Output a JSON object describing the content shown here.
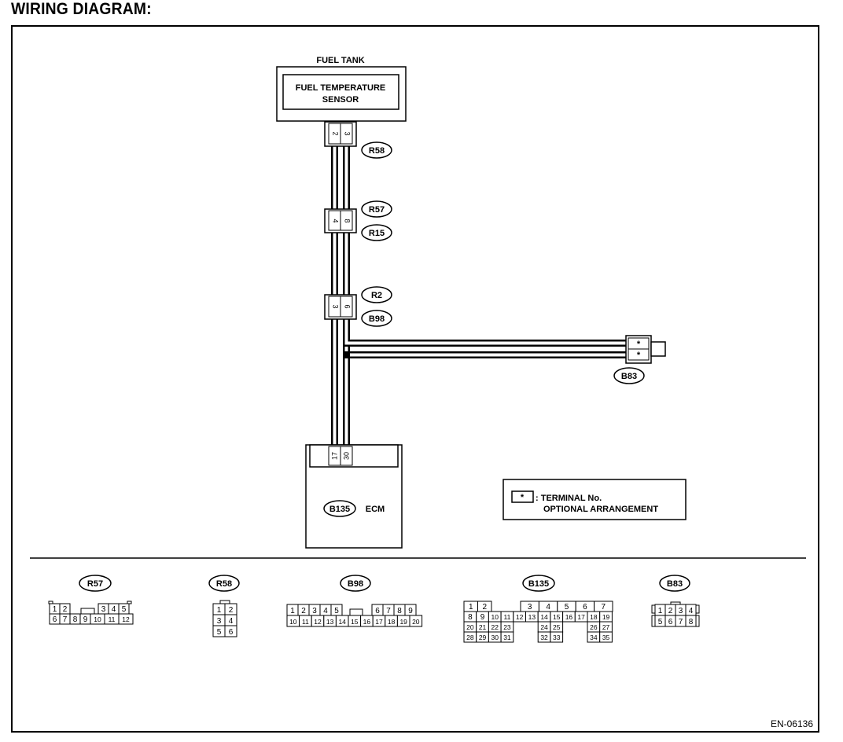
{
  "title": "WIRING DIAGRAM:",
  "fuel_tank_label": "FUEL TANK",
  "sensor": {
    "line1": "FUEL TEMPERATURE",
    "line2": "SENSOR",
    "pins": [
      "2",
      "3"
    ]
  },
  "connector_labels": {
    "r58": "R58",
    "r57": "R57",
    "r15": "R15",
    "r2": "R2",
    "b98": "B98",
    "b83": "B83",
    "b135": "B135"
  },
  "joint_pins": {
    "r57_r15": [
      "4",
      "8"
    ],
    "r2_b98": [
      "3",
      "6"
    ]
  },
  "b83_pins": [
    "*",
    "*"
  ],
  "ecm": {
    "label": "ECM",
    "pins": [
      "17",
      "30"
    ]
  },
  "legend": {
    "symbol": "*",
    "line1": ": TERMINAL No.",
    "line2": "OPTIONAL ARRANGEMENT"
  },
  "connector_faces": {
    "r57": {
      "label": "R57",
      "top": [
        "1",
        "2",
        "3",
        "4",
        "5"
      ],
      "bottom": [
        "6",
        "7",
        "8",
        "9",
        "10",
        "11",
        "12"
      ]
    },
    "r58": {
      "label": "R58",
      "rows": [
        [
          "1",
          "2"
        ],
        [
          "3",
          "4"
        ],
        [
          "5",
          "6"
        ]
      ]
    },
    "b98": {
      "label": "B98",
      "top": [
        "1",
        "2",
        "3",
        "4",
        "5",
        "6",
        "7",
        "8",
        "9"
      ],
      "bottom": [
        "10",
        "11",
        "12",
        "13",
        "14",
        "15",
        "16",
        "17",
        "18",
        "19",
        "20"
      ]
    },
    "b135": {
      "label": "B135",
      "row1": [
        "1",
        "2",
        "3",
        "4",
        "5",
        "6",
        "7"
      ],
      "row2": [
        "8",
        "9",
        "10",
        "11",
        "12",
        "13",
        "14",
        "15",
        "16",
        "17",
        "18",
        "19"
      ],
      "row3": [
        "20",
        "21",
        "22",
        "23",
        "24",
        "25",
        "26",
        "27"
      ],
      "row4": [
        "28",
        "29",
        "30",
        "31",
        "32",
        "33",
        "34",
        "35"
      ]
    },
    "b83": {
      "label": "B83",
      "top": [
        "1",
        "2",
        "3",
        "4"
      ],
      "bottom": [
        "5",
        "6",
        "7",
        "8"
      ]
    }
  },
  "doc_id": "EN-06136"
}
